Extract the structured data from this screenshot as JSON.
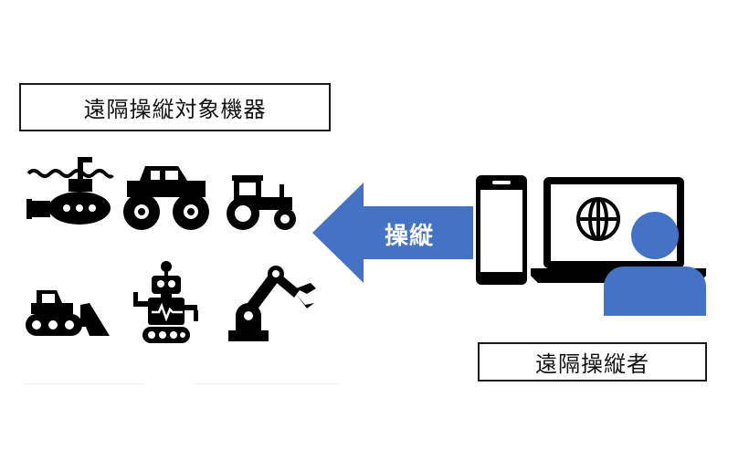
{
  "targets": {
    "label": "遠隔操縦対象機器",
    "icons": [
      "submarine-icon",
      "monster-truck-icon",
      "tractor-icon",
      "bulldozer-icon",
      "robot-icon",
      "robotic-arm-icon"
    ]
  },
  "arrow": {
    "label": "操縦"
  },
  "operator": {
    "label": "遠隔操縦者",
    "icons": [
      "smartphone-icon",
      "laptop-icon",
      "globe-icon",
      "user-icon"
    ]
  },
  "colors": {
    "arrow": "#4472c4",
    "user": "#4472c4",
    "icons": "#000000",
    "border": "#1a1a1a"
  }
}
